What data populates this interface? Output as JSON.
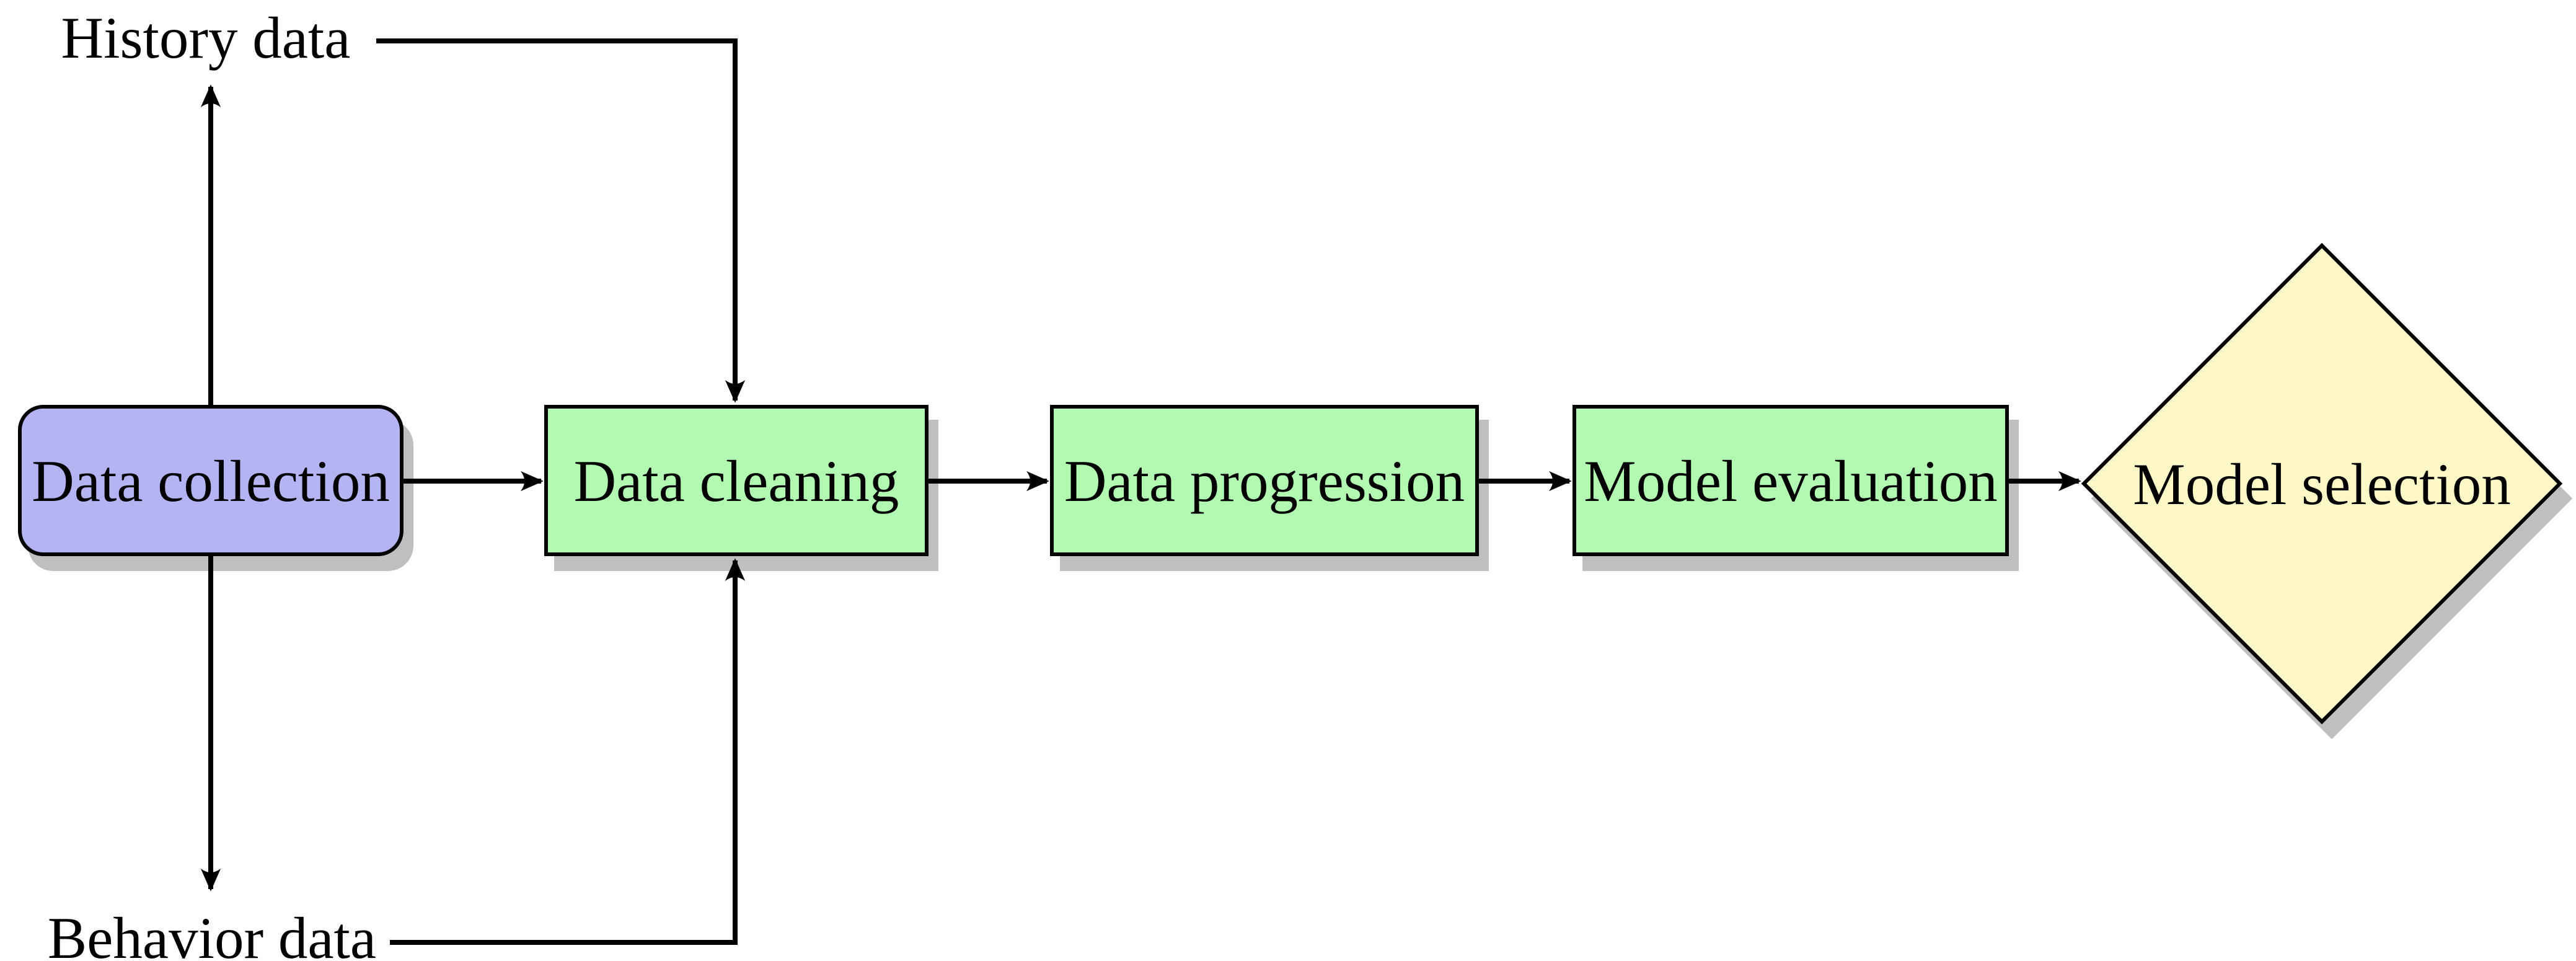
{
  "diagram": {
    "nodes": [
      {
        "id": "data-collection",
        "label": "Data collection",
        "shape": "rounded-rectangle",
        "fill": "#b4b4f3"
      },
      {
        "id": "data-cleaning",
        "label": "Data cleaning",
        "shape": "rectangle",
        "fill": "#b2fab2"
      },
      {
        "id": "data-progression",
        "label": "Data progression",
        "shape": "rectangle",
        "fill": "#b2fab2"
      },
      {
        "id": "model-evaluation",
        "label": "Model evaluation",
        "shape": "rectangle",
        "fill": "#b2fab2"
      },
      {
        "id": "model-selection",
        "label": "Model selection",
        "shape": "diamond",
        "fill": "#fdf8c6"
      }
    ],
    "floating_labels": [
      {
        "id": "history-data",
        "label": "History data"
      },
      {
        "id": "behavior-data",
        "label": "Behavior data"
      }
    ],
    "edges": [
      {
        "from": "data-collection",
        "to": "history-data"
      },
      {
        "from": "data-collection",
        "to": "behavior-data"
      },
      {
        "from": "history-data",
        "to": "data-cleaning"
      },
      {
        "from": "behavior-data",
        "to": "data-cleaning"
      },
      {
        "from": "data-collection",
        "to": "data-cleaning"
      },
      {
        "from": "data-cleaning",
        "to": "data-progression"
      },
      {
        "from": "data-progression",
        "to": "model-evaluation"
      },
      {
        "from": "model-evaluation",
        "to": "model-selection"
      }
    ],
    "colors": {
      "background": "#ffffff",
      "stroke": "#000000",
      "shadow": "#bfbfbf",
      "node_purple": "#b4b4f3",
      "node_green": "#b2fab2",
      "node_yellow": "#fdf8c6"
    }
  }
}
